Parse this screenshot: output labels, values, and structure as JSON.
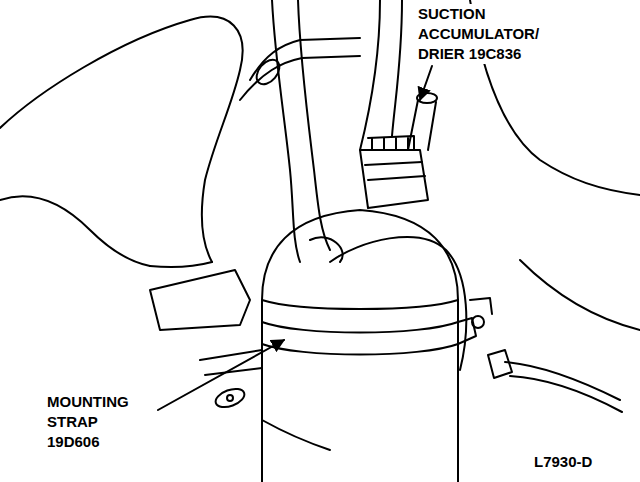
{
  "diagram": {
    "labels": [
      "SUCTION ACCUMULATOR/ DRIER 19C836",
      "MOUNTING STRAP 19D606",
      "L7930-D"
    ]
  }
}
